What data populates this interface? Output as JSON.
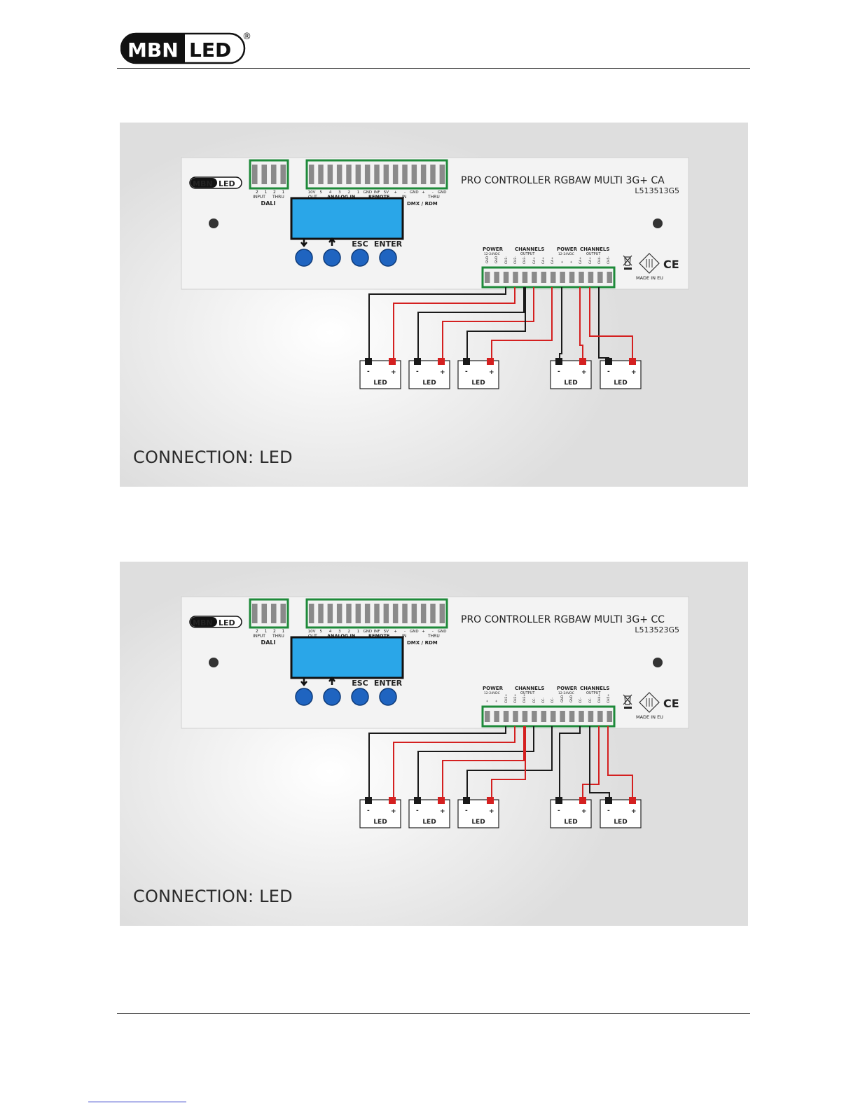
{
  "header": {
    "logo_left": "MBN",
    "logo_right": "LED",
    "logo_mark": "®"
  },
  "panels": [
    {
      "title": "PRO CONTROLLER RGBAW MULTI 3G+ CA",
      "code": "L513513G5",
      "caption": "CONNECTION: LED",
      "output_pins": [
        "CH1-",
        "CH2-",
        "CH3-",
        "CA+",
        "CA+",
        "CA+"
      ],
      "output_pins2": [
        "CA+",
        "CA+",
        "CH4-",
        "CH5-"
      ],
      "power_pins": [
        "GND",
        "GND"
      ],
      "power2_pins": [
        "+",
        "+"
      ]
    },
    {
      "title": "PRO CONTROLLER RGBAW MULTI 3G+ CC",
      "code": "L513523G5",
      "caption": "CONNECTION: LED",
      "output_pins": [
        "CH1+",
        "CH2+",
        "CH3+",
        "CC-",
        "CC-",
        "CC-"
      ],
      "output_pins2": [
        "CC-",
        "CC-",
        "CH4+",
        "CH5+"
      ],
      "power_pins": [
        "+",
        "+"
      ],
      "power2_pins": [
        "GND",
        "GND"
      ]
    }
  ],
  "device": {
    "brand_left": "MBN",
    "brand_right": "LED",
    "dali_label": "DALI",
    "dali_pins": [
      "2",
      "1",
      "2",
      "1"
    ],
    "dali_input": "INPUT",
    "dali_thru": "THRU",
    "analog_pins": [
      "10V",
      "5",
      "4",
      "3",
      "2",
      "1",
      "GND",
      "INF",
      "5V",
      "+",
      "-",
      "GND",
      "+",
      "-",
      "GND"
    ],
    "out_label": "OUT",
    "analog_label": "ANALOG IN",
    "remote_label": "REMOTE",
    "in_label": "IN",
    "thru_label": "THRU",
    "dmx_label": "DMX / RDM",
    "buttons": [
      "ESC",
      "ENTER"
    ],
    "power_label": "POWER",
    "power_voltage": "12-24VDC",
    "channels_label": "CHANNELS",
    "output_label": "OUTPUT",
    "made_in": "MADE IN EU",
    "ce_mark": "CE"
  },
  "led": {
    "label": "LED",
    "minus": "-",
    "plus": "+"
  },
  "colors": {
    "terminal_green": "#1e8a3a",
    "wire_red": "#d42020",
    "wire_black": "#1a1a1a",
    "lcd_blue": "#2aa6e8",
    "button_blue": "#1f64c0"
  }
}
